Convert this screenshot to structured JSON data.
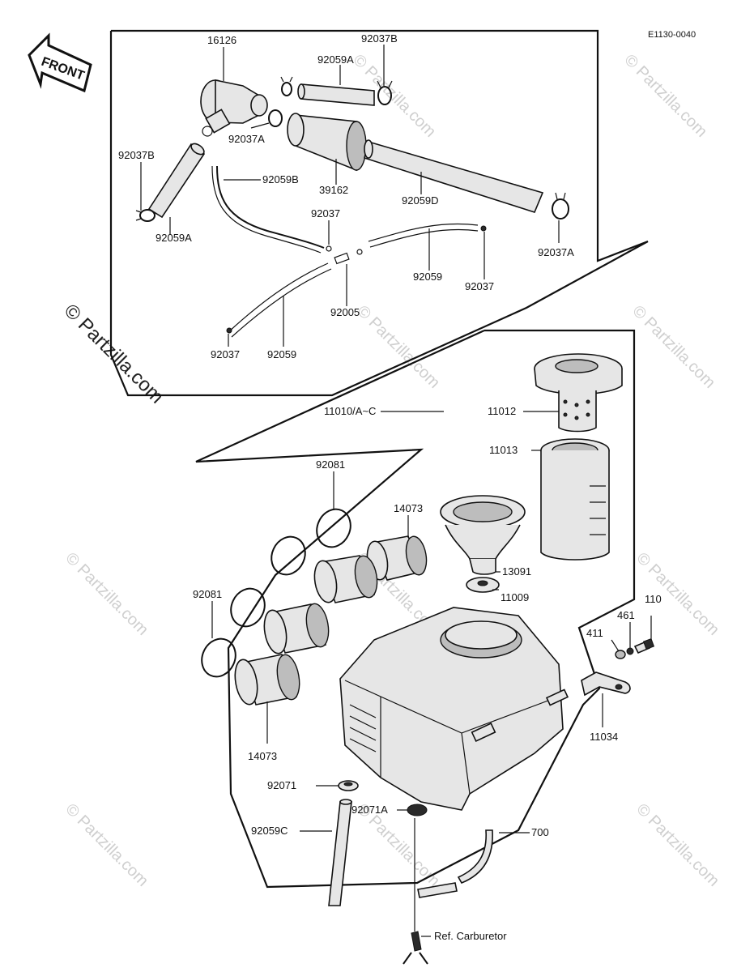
{
  "diagram": {
    "code": "E1130-0040",
    "front_arrow_label": "FRONT",
    "watermark": "© Partzilla.com",
    "labels": {
      "p16126": "16126",
      "p92037B_top": "92037B",
      "p92059A_top": "92059A",
      "p92037B_left": "92037B",
      "p92037A_mid": "92037A",
      "p92059B": "92059B",
      "p39162": "39162",
      "p92059D": "92059D",
      "p92059A_left": "92059A",
      "p92037_mid": "92037",
      "p92037A_right": "92037A",
      "p92059_right": "92059",
      "p92037_right": "92037",
      "p92005": "92005",
      "p92037_low": "92037",
      "p92059_low": "92059",
      "p11010": "11010/A~C",
      "p11012": "11012",
      "p11013": "11013",
      "p92081_top": "92081",
      "p14073_top": "14073",
      "p13091": "13091",
      "p11009": "11009",
      "p92081_left": "92081",
      "p110": "110",
      "p461": "461",
      "p411": "411",
      "p11034": "11034",
      "p14073_bottom": "14073",
      "p92071": "92071",
      "p92071A": "92071A",
      "p92059C": "92059C",
      "p700": "700",
      "ref_carb": "Ref. Carburetor"
    }
  }
}
